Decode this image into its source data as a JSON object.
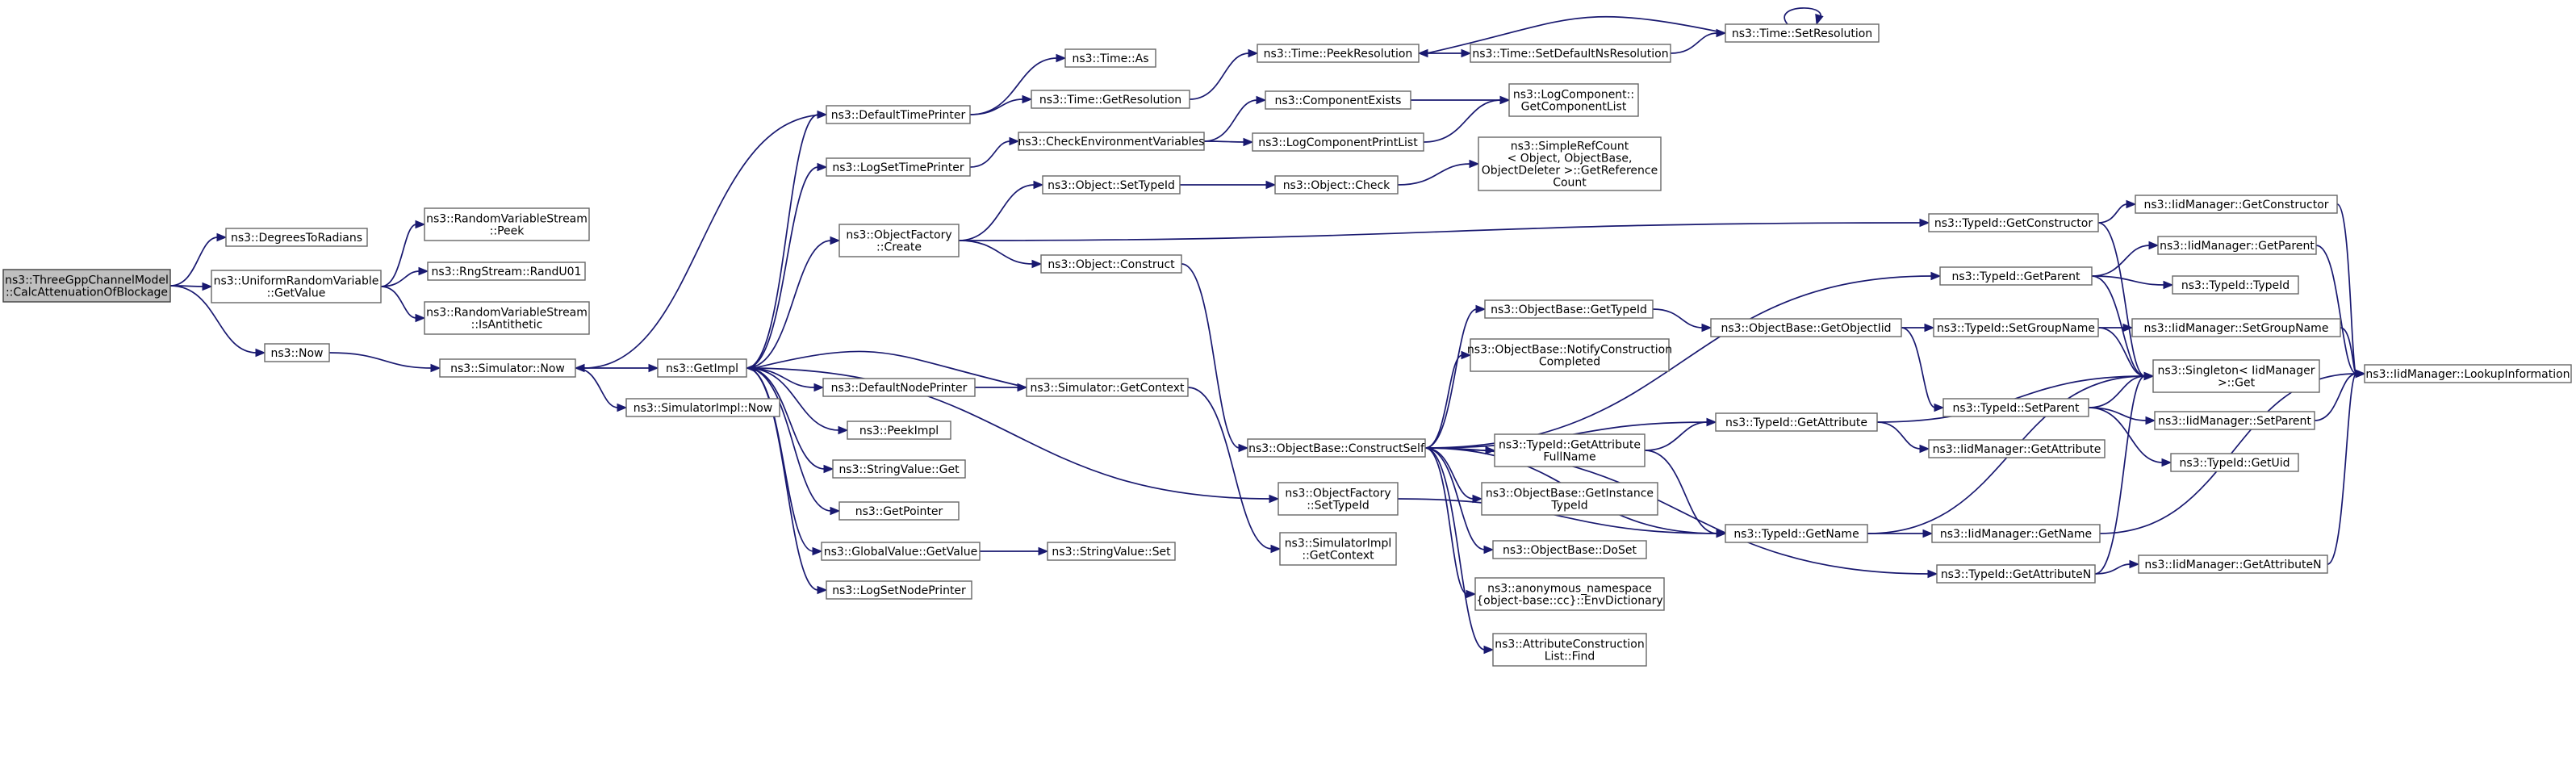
{
  "graph": {
    "edge_color": "#191970",
    "root_fill": "#bfbfbf",
    "node_fill": "#ffffff",
    "nodes": [
      {
        "id": "root",
        "lines": [
          "ns3::ThreeGppChannelModel",
          "::CalcAttenuationOfBlockage"
        ]
      },
      {
        "id": "deg2rad",
        "lines": [
          "ns3::DegreesToRadians"
        ]
      },
      {
        "id": "urvGet",
        "lines": [
          "ns3::UniformRandomVariable",
          "::GetValue"
        ]
      },
      {
        "id": "now",
        "lines": [
          "ns3::Now"
        ]
      },
      {
        "id": "rvsPeek",
        "lines": [
          "ns3::RandomVariableStream",
          "::Peek"
        ]
      },
      {
        "id": "randU01",
        "lines": [
          "ns3::RngStream::RandU01"
        ]
      },
      {
        "id": "isAnti",
        "lines": [
          "ns3::RandomVariableStream",
          "::IsAntithetic"
        ]
      },
      {
        "id": "simNow",
        "lines": [
          "ns3::Simulator::Now"
        ]
      },
      {
        "id": "getImpl",
        "lines": [
          "ns3::GetImpl"
        ]
      },
      {
        "id": "simImplNow",
        "lines": [
          "ns3::SimulatorImpl::Now"
        ]
      },
      {
        "id": "defTimePrinter",
        "lines": [
          "ns3::DefaultTimePrinter"
        ]
      },
      {
        "id": "logSetTimePrinter",
        "lines": [
          "ns3::LogSetTimePrinter"
        ]
      },
      {
        "id": "ofCreate",
        "lines": [
          "ns3::ObjectFactory",
          "::Create"
        ]
      },
      {
        "id": "defNodePrinter",
        "lines": [
          "ns3::DefaultNodePrinter"
        ]
      },
      {
        "id": "peekImpl",
        "lines": [
          "ns3::PeekImpl"
        ]
      },
      {
        "id": "svGet",
        "lines": [
          "ns3::StringValue::Get"
        ]
      },
      {
        "id": "getPointer",
        "lines": [
          "ns3::GetPointer"
        ]
      },
      {
        "id": "gvGetValue",
        "lines": [
          "ns3::GlobalValue::GetValue"
        ]
      },
      {
        "id": "logSetNodePrinter",
        "lines": [
          "ns3::LogSetNodePrinter"
        ]
      },
      {
        "id": "timeAs",
        "lines": [
          "ns3::Time::As"
        ]
      },
      {
        "id": "timeGetRes",
        "lines": [
          "ns3::Time::GetResolution"
        ]
      },
      {
        "id": "checkEnv",
        "lines": [
          "ns3::CheckEnvironmentVariables"
        ]
      },
      {
        "id": "objSetTypeId",
        "lines": [
          "ns3::Object::SetTypeId"
        ]
      },
      {
        "id": "objConstruct",
        "lines": [
          "ns3::Object::Construct"
        ]
      },
      {
        "id": "simGetContext",
        "lines": [
          "ns3::Simulator::GetContext"
        ]
      },
      {
        "id": "svSet",
        "lines": [
          "ns3::StringValue::Set"
        ]
      },
      {
        "id": "timePeekRes",
        "lines": [
          "ns3::Time::PeekResolution"
        ]
      },
      {
        "id": "compExists",
        "lines": [
          "ns3::ComponentExists"
        ]
      },
      {
        "id": "logCompPrint",
        "lines": [
          "ns3::LogComponentPrintList"
        ]
      },
      {
        "id": "objCheck",
        "lines": [
          "ns3::Object::Check"
        ]
      },
      {
        "id": "ofSetTypeId",
        "lines": [
          "ns3::ObjectFactory",
          "::SetTypeId"
        ]
      },
      {
        "id": "simImplGetCtx",
        "lines": [
          "ns3::SimulatorImpl",
          "::GetContext"
        ]
      },
      {
        "id": "obConstructSelf",
        "lines": [
          "ns3::ObjectBase::ConstructSelf"
        ]
      },
      {
        "id": "setDefNsRes",
        "lines": [
          "ns3::Time::SetDefaultNsResolution"
        ]
      },
      {
        "id": "timeSetRes",
        "lines": [
          "ns3::Time::SetResolution"
        ]
      },
      {
        "id": "logCompGetList",
        "lines": [
          "ns3::LogComponent::",
          "GetComponentList"
        ]
      },
      {
        "id": "simpleRefGetRef",
        "lines": [
          "ns3::SimpleRefCount",
          "< Object, ObjectBase,",
          " ObjectDeleter >::GetReference",
          "Count"
        ]
      },
      {
        "id": "obGetTypeId",
        "lines": [
          "ns3::ObjectBase::GetTypeId"
        ]
      },
      {
        "id": "obNotify",
        "lines": [
          "ns3::ObjectBase::NotifyConstruction",
          "Completed"
        ]
      },
      {
        "id": "tidGetAttrFull",
        "lines": [
          "ns3::TypeId::GetAttribute",
          "FullName"
        ]
      },
      {
        "id": "obGetInstTid",
        "lines": [
          "ns3::ObjectBase::GetInstance",
          "TypeId"
        ]
      },
      {
        "id": "obDoSet",
        "lines": [
          "ns3::ObjectBase::DoSet"
        ]
      },
      {
        "id": "envDict",
        "lines": [
          "ns3::anonymous_namespace",
          "{object-base::cc}::EnvDictionary"
        ]
      },
      {
        "id": "acListFind",
        "lines": [
          "ns3::AttributeConstruction",
          "List::Find"
        ]
      },
      {
        "id": "obGetObjTid",
        "lines": [
          "ns3::ObjectBase::GetObjectIid"
        ]
      },
      {
        "id": "tidGetAttr",
        "lines": [
          "ns3::TypeId::GetAttribute"
        ]
      },
      {
        "id": "tidGetName",
        "lines": [
          "ns3::TypeId::GetName"
        ]
      },
      {
        "id": "tidGetCtor",
        "lines": [
          "ns3::TypeId::GetConstructor"
        ]
      },
      {
        "id": "tidGetParent",
        "lines": [
          "ns3::TypeId::GetParent"
        ]
      },
      {
        "id": "tidSetGroup",
        "lines": [
          "ns3::TypeId::SetGroupName"
        ]
      },
      {
        "id": "tidSetParent",
        "lines": [
          "ns3::TypeId::SetParent"
        ]
      },
      {
        "id": "iidGetAttr",
        "lines": [
          "ns3::IidManager::GetAttribute"
        ]
      },
      {
        "id": "iidGetName",
        "lines": [
          "ns3::IidManager::GetName"
        ]
      },
      {
        "id": "tidGetAttrN",
        "lines": [
          "ns3::TypeId::GetAttributeN"
        ]
      },
      {
        "id": "iidGetCtor",
        "lines": [
          "ns3::IidManager::GetConstructor"
        ]
      },
      {
        "id": "iidGetParent",
        "lines": [
          "ns3::IidManager::GetParent"
        ]
      },
      {
        "id": "tidTypeId",
        "lines": [
          "ns3::TypeId::TypeId"
        ]
      },
      {
        "id": "iidSetGroup",
        "lines": [
          "ns3::IidManager::SetGroupName"
        ]
      },
      {
        "id": "singletonGet",
        "lines": [
          "ns3::Singleton< IidManager",
          " >::Get"
        ]
      },
      {
        "id": "iidSetParent",
        "lines": [
          "ns3::IidManager::SetParent"
        ]
      },
      {
        "id": "tidGetUid",
        "lines": [
          "ns3::TypeId::GetUid"
        ]
      },
      {
        "id": "iidGetAttrN",
        "lines": [
          "ns3::IidManager::GetAttributeN"
        ]
      },
      {
        "id": "iidLookup",
        "lines": [
          "ns3::IidManager::LookupInformation"
        ]
      }
    ],
    "edges": [
      [
        "root",
        "deg2rad"
      ],
      [
        "root",
        "urvGet"
      ],
      [
        "root",
        "now"
      ],
      [
        "urvGet",
        "rvsPeek"
      ],
      [
        "urvGet",
        "randU01"
      ],
      [
        "urvGet",
        "isAnti"
      ],
      [
        "now",
        "simNow"
      ],
      [
        "simNow",
        "getImpl"
      ],
      [
        "simNow",
        "simImplNow"
      ],
      [
        "getImpl",
        "defTimePrinter"
      ],
      [
        "getImpl",
        "logSetTimePrinter"
      ],
      [
        "getImpl",
        "ofCreate"
      ],
      [
        "getImpl",
        "defNodePrinter"
      ],
      [
        "getImpl",
        "peekImpl"
      ],
      [
        "getImpl",
        "svGet"
      ],
      [
        "getImpl",
        "getPointer"
      ],
      [
        "getImpl",
        "gvGetValue"
      ],
      [
        "getImpl",
        "logSetNodePrinter"
      ],
      [
        "getImpl",
        "ofSetTypeId"
      ],
      [
        "defTimePrinter",
        "simNow"
      ],
      [
        "defTimePrinter",
        "timeAs"
      ],
      [
        "defTimePrinter",
        "timeGetRes"
      ],
      [
        "logSetTimePrinter",
        "checkEnv"
      ],
      [
        "ofCreate",
        "objSetTypeId"
      ],
      [
        "ofCreate",
        "objConstruct"
      ],
      [
        "ofCreate",
        "tidGetCtor"
      ],
      [
        "defNodePrinter",
        "simGetContext"
      ],
      [
        "simGetContext",
        "getImpl"
      ],
      [
        "simGetContext",
        "simImplGetCtx"
      ],
      [
        "gvGetValue",
        "svSet"
      ],
      [
        "timeGetRes",
        "timePeekRes"
      ],
      [
        "checkEnv",
        "compExists"
      ],
      [
        "checkEnv",
        "logCompPrint"
      ],
      [
        "objSetTypeId",
        "objCheck"
      ],
      [
        "objConstruct",
        "obConstructSelf"
      ],
      [
        "objCheck",
        "simpleRefGetRef"
      ],
      [
        "compExists",
        "logCompGetList"
      ],
      [
        "logCompPrint",
        "logCompGetList"
      ],
      [
        "timePeekRes",
        "setDefNsRes"
      ],
      [
        "setDefNsRes",
        "timeSetRes"
      ],
      [
        "timeSetRes",
        "timePeekRes"
      ],
      [
        "timeSetRes",
        "timeSetRes"
      ],
      [
        "ofSetTypeId",
        "tidGetName"
      ],
      [
        "obConstructSelf",
        "tidGetParent"
      ],
      [
        "obConstructSelf",
        "obGetTypeId"
      ],
      [
        "obConstructSelf",
        "obNotify"
      ],
      [
        "obConstructSelf",
        "tidGetAttrFull"
      ],
      [
        "obConstructSelf",
        "obGetInstTid"
      ],
      [
        "obConstructSelf",
        "obDoSet"
      ],
      [
        "obConstructSelf",
        "envDict"
      ],
      [
        "obConstructSelf",
        "acListFind"
      ],
      [
        "obConstructSelf",
        "tidGetName"
      ],
      [
        "obConstructSelf",
        "tidGetAttrN"
      ],
      [
        "obConstructSelf",
        "tidGetAttr"
      ],
      [
        "obGetTypeId",
        "obGetObjTid"
      ],
      [
        "obGetObjTid",
        "tidSetGroup"
      ],
      [
        "obGetObjTid",
        "tidSetParent"
      ],
      [
        "tidGetAttrFull",
        "tidGetAttr"
      ],
      [
        "tidGetAttrFull",
        "tidGetName"
      ],
      [
        "tidGetAttr",
        "singletonGet"
      ],
      [
        "tidGetAttr",
        "iidGetAttr"
      ],
      [
        "tidGetName",
        "singletonGet"
      ],
      [
        "tidGetName",
        "iidGetName"
      ],
      [
        "tidGetCtor",
        "iidGetCtor"
      ],
      [
        "tidGetCtor",
        "singletonGet"
      ],
      [
        "tidGetParent",
        "iidGetParent"
      ],
      [
        "tidGetParent",
        "tidTypeId"
      ],
      [
        "tidGetParent",
        "singletonGet"
      ],
      [
        "tidSetGroup",
        "iidSetGroup"
      ],
      [
        "tidSetGroup",
        "singletonGet"
      ],
      [
        "tidSetParent",
        "singletonGet"
      ],
      [
        "tidSetParent",
        "iidSetParent"
      ],
      [
        "tidSetParent",
        "tidGetUid"
      ],
      [
        "tidGetAttrN",
        "iidGetAttrN"
      ],
      [
        "tidGetAttrN",
        "singletonGet"
      ],
      [
        "iidGetCtor",
        "iidLookup"
      ],
      [
        "iidGetParent",
        "iidLookup"
      ],
      [
        "iidSetGroup",
        "iidLookup"
      ],
      [
        "iidSetParent",
        "iidLookup"
      ],
      [
        "iidGetName",
        "iidLookup"
      ],
      [
        "iidGetAttrN",
        "iidLookup"
      ]
    ]
  }
}
